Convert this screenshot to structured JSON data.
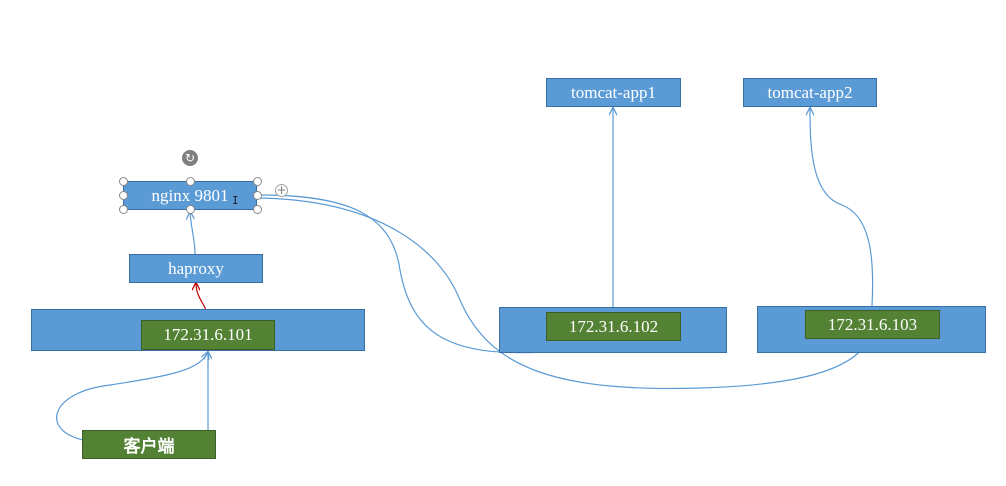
{
  "nodes": {
    "tomcat_app1": "tomcat-app1",
    "tomcat_app2": "tomcat-app2",
    "nginx": "nginx 9801",
    "haproxy": "haproxy",
    "host_101": "172.31.6.101",
    "host_102": "172.31.6.102",
    "host_103": "172.31.6.103",
    "client": "客户端"
  },
  "colors": {
    "node_blue": "#5b9bd5",
    "node_green": "#548235",
    "connector_blue": "#5b9bd5",
    "connector_red": "#c00000"
  },
  "icons": {
    "rotate": "rotate-handle-icon",
    "add": "plus-icon",
    "text_cursor": "text-cursor-icon"
  }
}
